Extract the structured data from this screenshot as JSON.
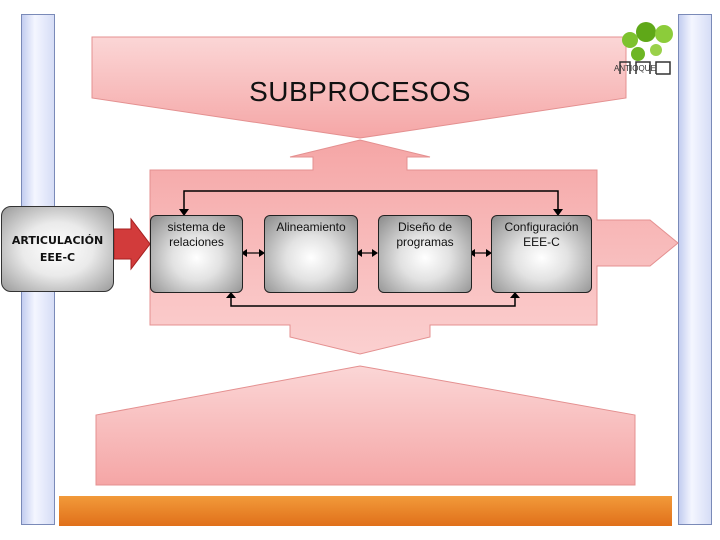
{
  "title": "SUBPROCESOS",
  "input_box": {
    "line1": "ARTICULACIÓN",
    "line2": "EEE-C"
  },
  "subprocess_boxes": [
    {
      "line1": "sistema de",
      "line2": "relaciones"
    },
    {
      "line1": "Alineamiento",
      "line2": ""
    },
    {
      "line1": "Diseño de",
      "line2": "programas"
    },
    {
      "line1": "Configuración",
      "line2": "EEE-C"
    }
  ],
  "logo": {
    "text": "ANTIOQUE"
  },
  "colors": {
    "arrow_fill": "#f7b4b4",
    "arrow_stroke": "#e49090",
    "input_arrow": "#d23b3b",
    "bottom_bar": "#e8801f",
    "sidebar": "#d6ddf6",
    "logo_green": "#7dc22e"
  }
}
